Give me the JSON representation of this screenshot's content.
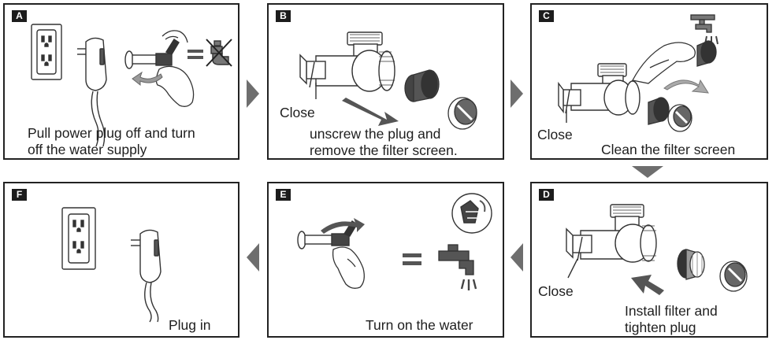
{
  "panels": [
    {
      "id": "a",
      "letter": "A",
      "caption_lines": [
        "Pull power plug off and turn",
        "off the water supply"
      ]
    },
    {
      "id": "b",
      "letter": "B",
      "close_label": "Close",
      "caption_lines": [
        "unscrew the plug and",
        "remove the filter screen."
      ]
    },
    {
      "id": "c",
      "letter": "C",
      "close_label": "Close",
      "caption_lines": [
        "Clean the filter screen"
      ]
    },
    {
      "id": "d",
      "letter": "D",
      "close_label": "Close",
      "caption_lines": [
        "Install filter and",
        "tighten plug"
      ]
    },
    {
      "id": "e",
      "letter": "E",
      "caption_lines": [
        "Turn on the water"
      ]
    },
    {
      "id": "f",
      "letter": "F",
      "caption_lines": [
        "Plug in"
      ]
    }
  ],
  "flow": [
    "A",
    "B",
    "C",
    "D",
    "E",
    "F"
  ],
  "colors": {
    "border": "#222222",
    "arrow": "#6e6e6e",
    "badge": "#1c1c1c",
    "line_art": "#333333",
    "dark_fill": "#3a3a3a"
  },
  "icons": [
    "wall-outlet-icon",
    "power-plug-icon",
    "hand-icon",
    "valve-icon",
    "tee-fitting-icon",
    "filter-screen-icon",
    "screw-plug-icon",
    "faucet-icon",
    "no-water-icon",
    "equals-icon"
  ]
}
